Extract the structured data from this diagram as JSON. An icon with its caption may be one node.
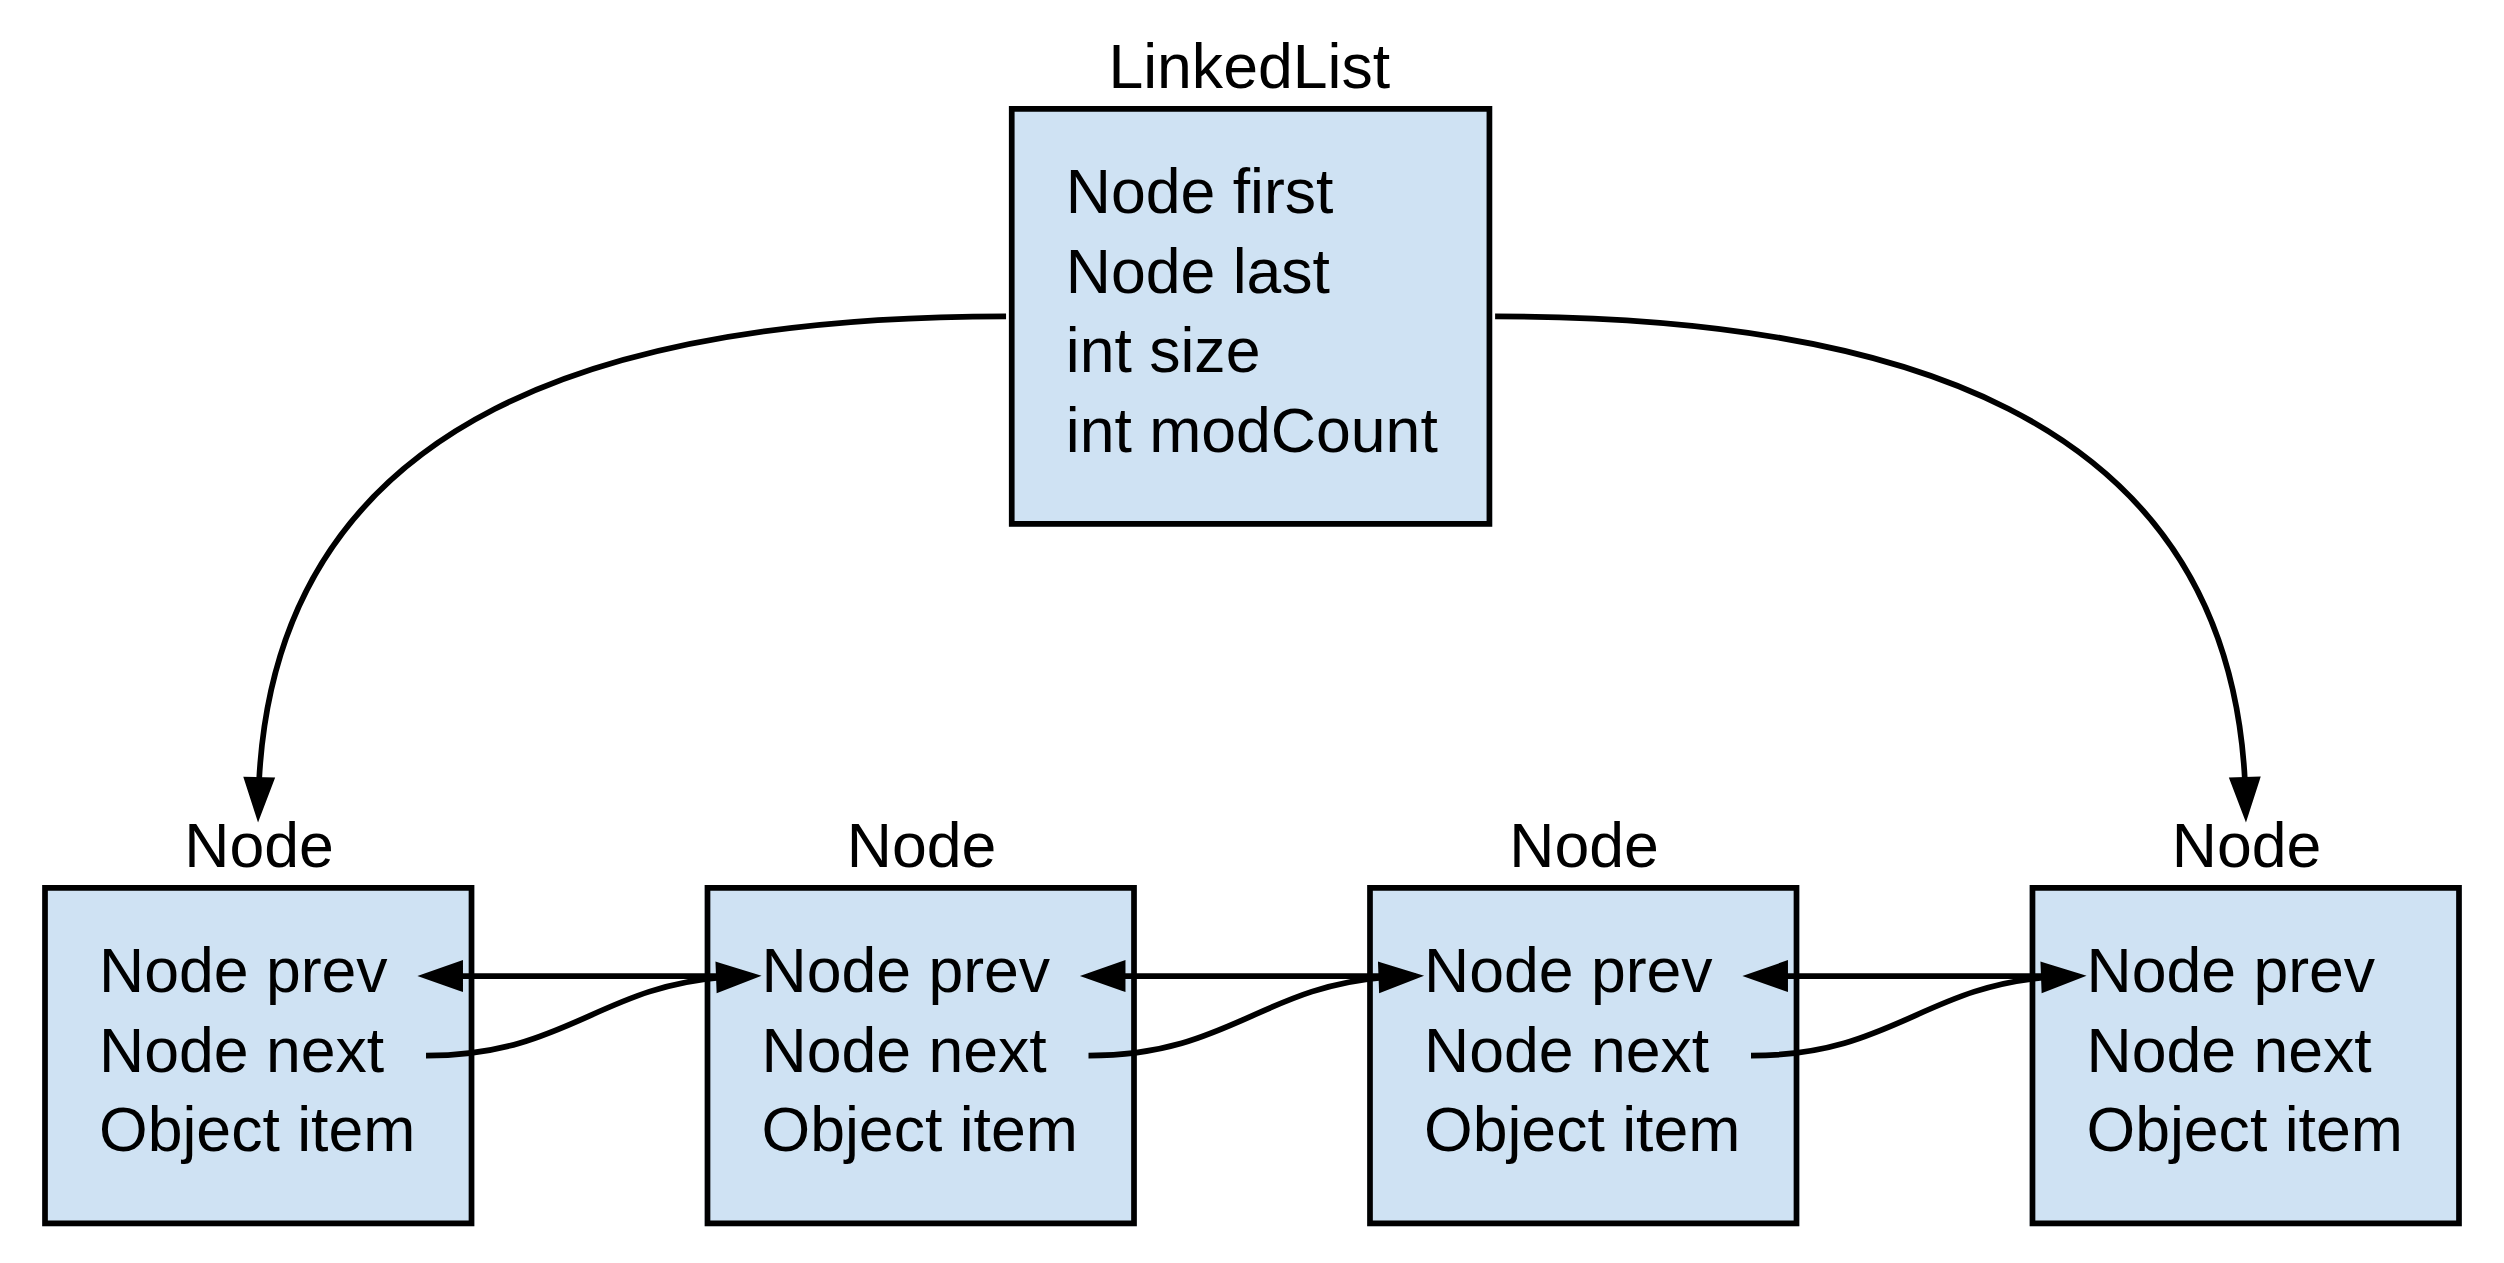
{
  "diagram": {
    "nodes": [
      {
        "text": [
          "LinkedList",
          "Node first",
          "Node last",
          "int size",
          "int modCount"
        ]
      },
      {
        "text": [
          "Node",
          "Node prev",
          "Node next",
          "Object item"
        ]
      },
      {
        "text": [
          "Node",
          "Node prev",
          "Node next",
          "Object item"
        ]
      },
      {
        "text": [
          "Node",
          "Node prev",
          "Node next",
          "Object item"
        ]
      },
      {
        "text": [
          "Node",
          "Node prev",
          "Node next",
          "Object item"
        ]
      }
    ],
    "edges": [
      {
        "from": 0,
        "to": 1,
        "arrow": "to"
      },
      {
        "from": 0,
        "to": 4,
        "arrow": "to"
      },
      {
        "from": 2,
        "to": 1,
        "arrow": "to"
      },
      {
        "from": 1,
        "to": 2,
        "arrow": "to"
      },
      {
        "from": 3,
        "to": 2,
        "arrow": "to"
      },
      {
        "from": 2,
        "to": 3,
        "arrow": "to"
      },
      {
        "from": 4,
        "to": 3,
        "arrow": "to"
      },
      {
        "from": 3,
        "to": 4,
        "arrow": "to"
      }
    ]
  }
}
